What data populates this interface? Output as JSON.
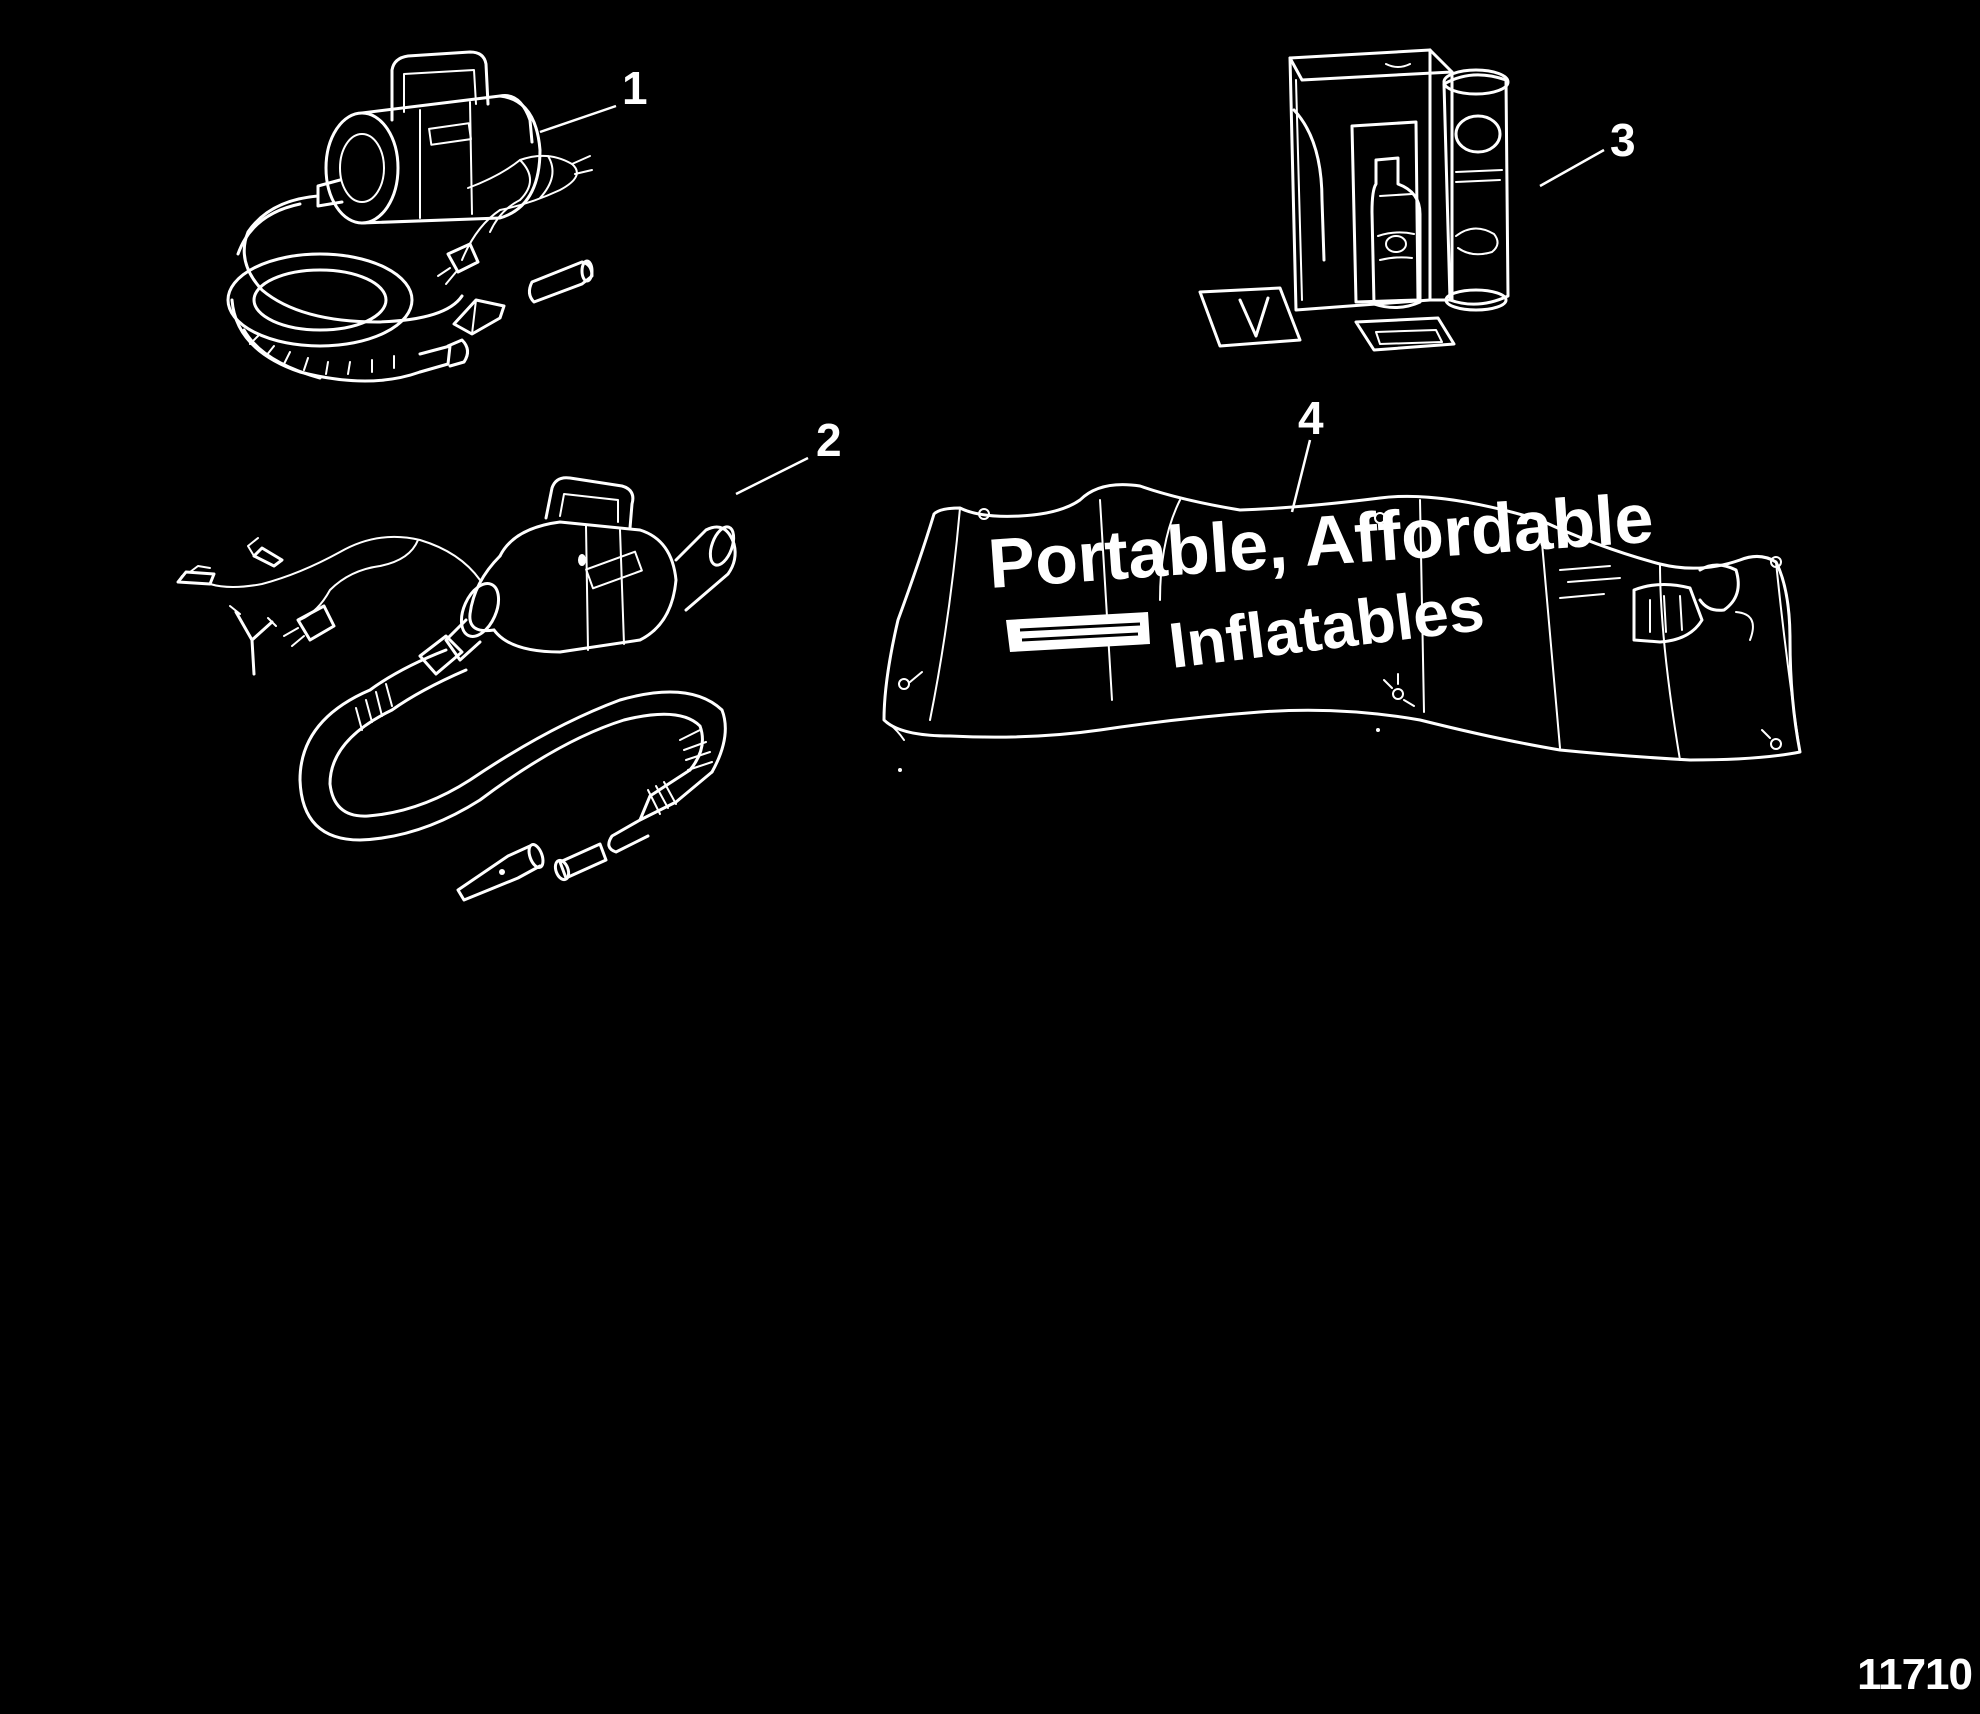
{
  "callouts": [
    {
      "id": "1",
      "label": "1"
    },
    {
      "id": "2",
      "label": "2"
    },
    {
      "id": "3",
      "label": "3"
    },
    {
      "id": "4",
      "label": "4"
    }
  ],
  "banner": {
    "line1": "Portable, Affordable",
    "line2": "Inflatables"
  },
  "figure_id": "11710",
  "colors": {
    "background": "#000000",
    "line_art": "#ffffff"
  }
}
